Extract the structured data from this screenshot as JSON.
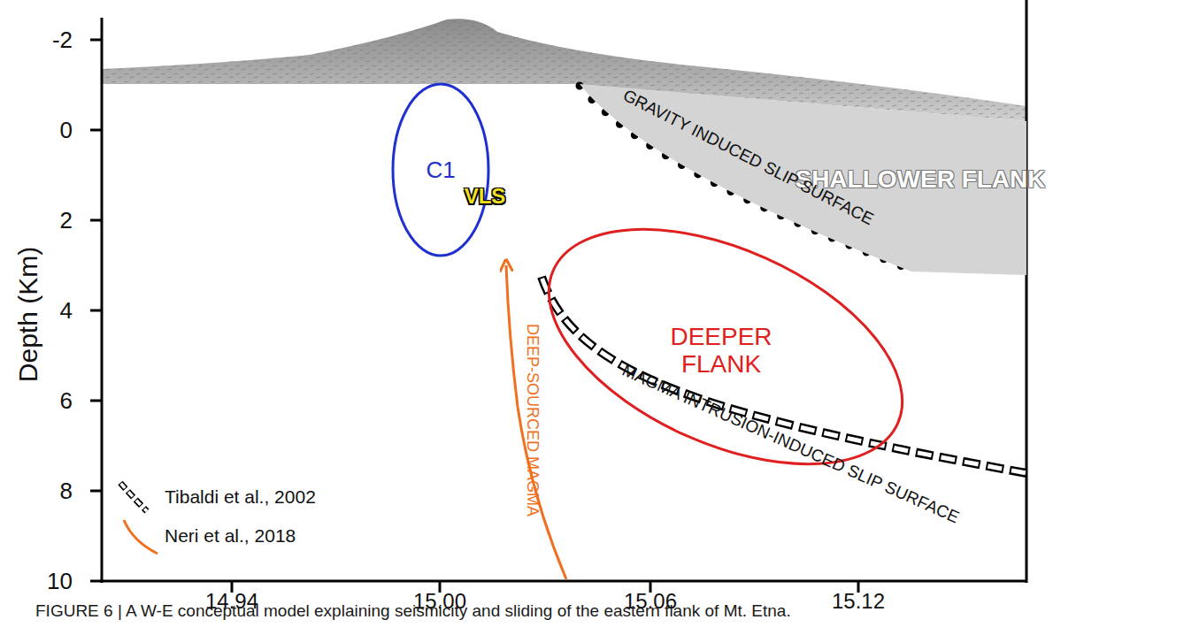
{
  "diagram": {
    "caption": "FIGURE 6 | A W-E conceptual model explaining seismicity and sliding of the eastern flank of Mt. Etna.",
    "nodes": [
      {
        "text": [
          "C1"
        ]
      },
      {
        "text": [
          "SHALLOWER FLANK"
        ]
      },
      {
        "text": [
          "DEEPER FLANK"
        ]
      }
    ],
    "labels": [
      "-2",
      "0",
      "2",
      "4",
      "6",
      "8",
      "10",
      "Depth (Km)",
      "14.94",
      "15.00",
      "15.06",
      "15.12",
      "GRAVITY INDUCED SLIP SURFACE",
      "VLS",
      "DEEP-SOURCED MAGMA",
      "MAGMA INTRUSION-INDUCED SLIP SURFACE"
    ],
    "legend": [
      {
        "text": "Tibaldi et al., 2002"
      },
      {
        "text": "Neri et al., 2018"
      }
    ]
  }
}
